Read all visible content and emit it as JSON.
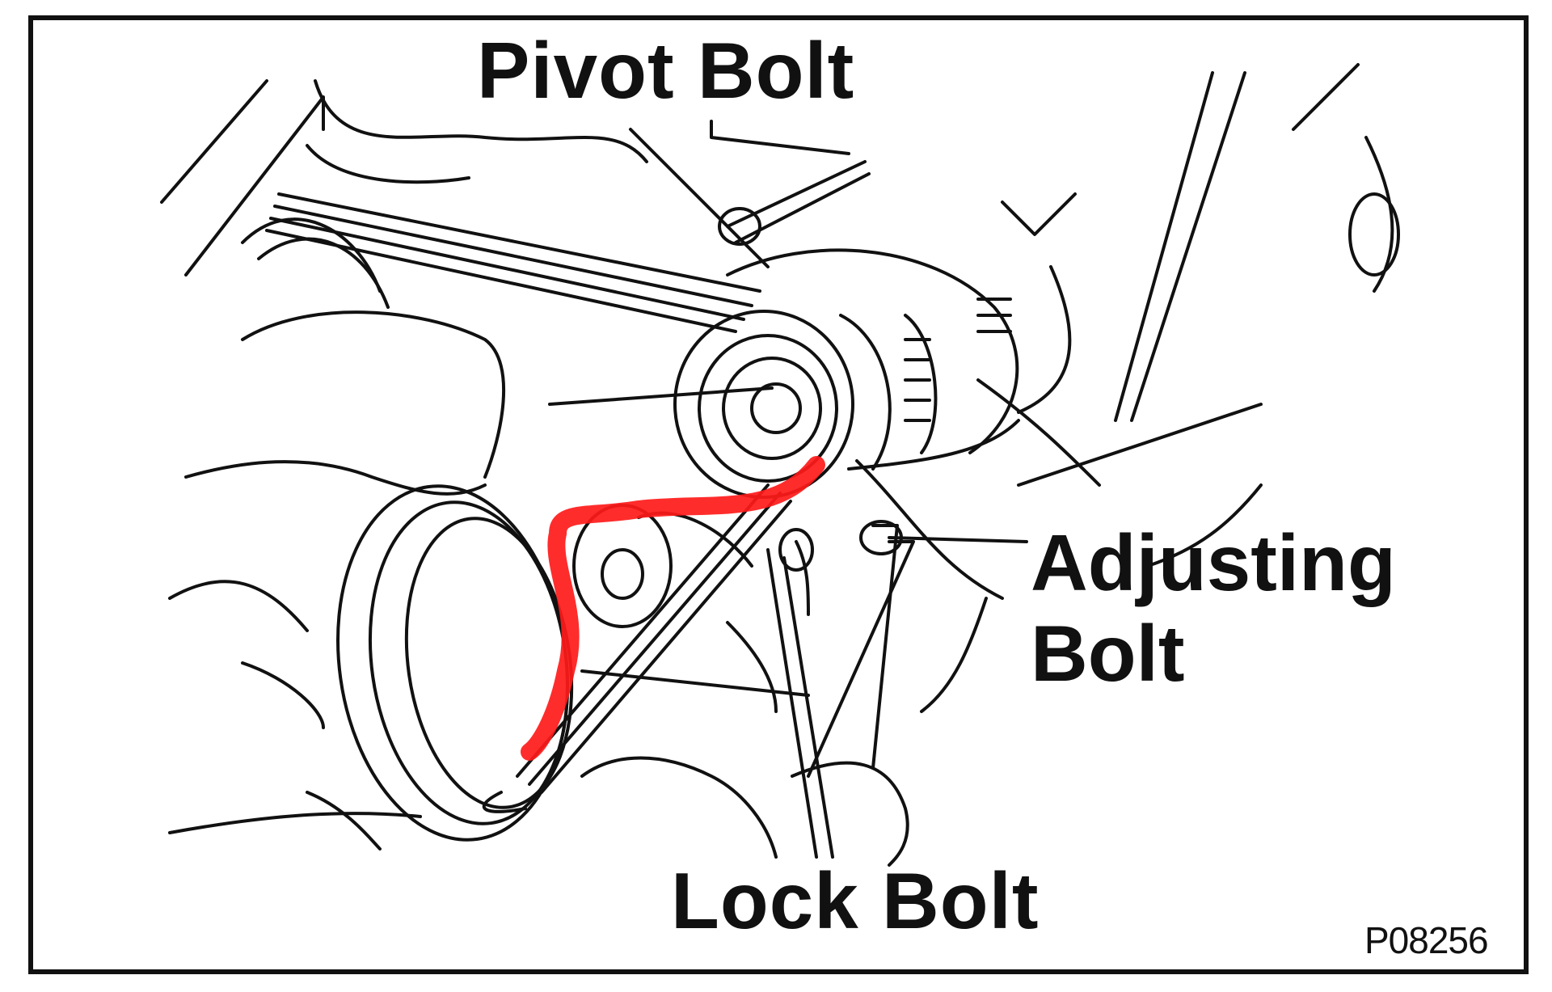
{
  "labels": {
    "pivot_bolt": "Pivot Bolt",
    "adjusting_bolt_line1": "Adjusting",
    "adjusting_bolt_line2": "Bolt",
    "lock_bolt": "Lock Bolt",
    "figure_code": "P08256"
  },
  "colors": {
    "ink": "#111111",
    "highlight": "#ff1a1a",
    "background": "#ffffff"
  }
}
